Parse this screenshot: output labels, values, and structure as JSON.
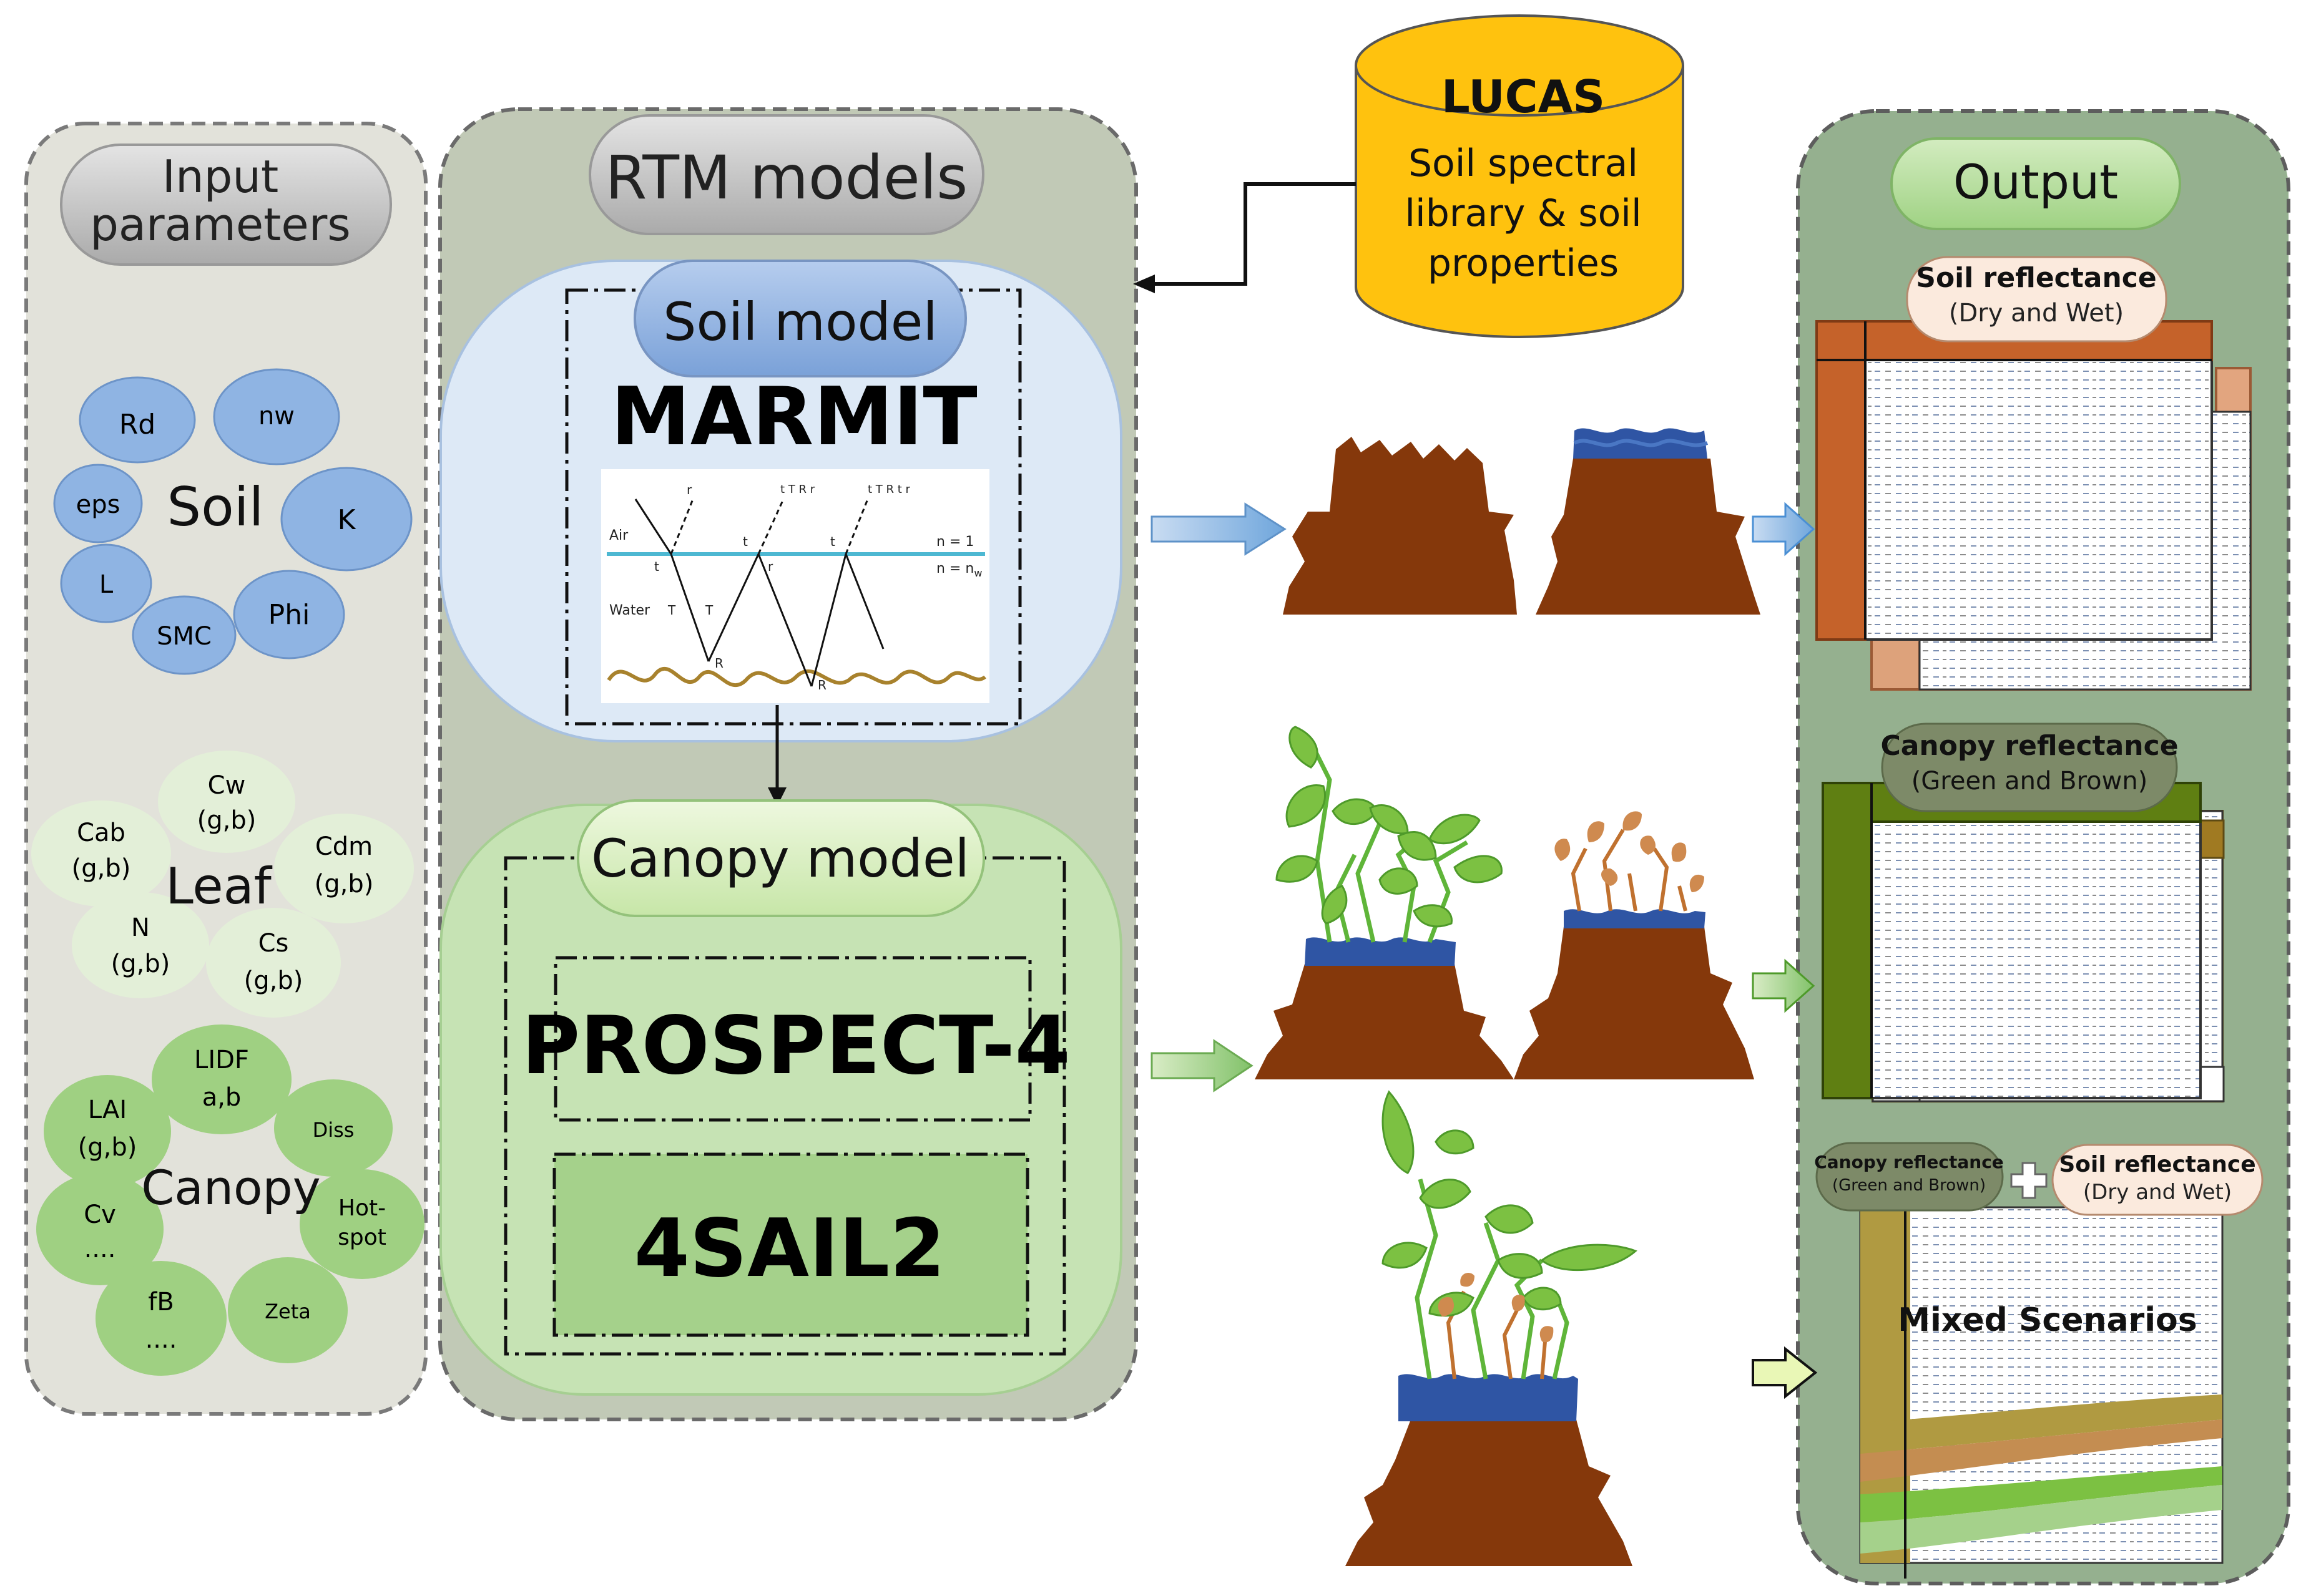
{
  "input_panel": {
    "title_line1": "Input",
    "title_line2": "parameters",
    "soil": {
      "group_label": "Soil",
      "params": [
        "Rd",
        "nw",
        "eps",
        "K",
        "L",
        "SMC",
        "Phi"
      ]
    },
    "leaf": {
      "group_label": "Leaf",
      "params": [
        {
          "l1": "Cw",
          "l2": "(g,b)"
        },
        {
          "l1": "Cab",
          "l2": "(g,b)"
        },
        {
          "l1": "Cdm",
          "l2": "(g,b)"
        },
        {
          "l1": "N",
          "l2": "(g,b)"
        },
        {
          "l1": "Cs",
          "l2": "(g,b)"
        }
      ]
    },
    "canopy": {
      "group_label": "Canopy",
      "params": [
        {
          "l1": "LIDF",
          "l2": "a,b"
        },
        {
          "l1": "LAI",
          "l2": "(g,b)"
        },
        {
          "l1": "Diss",
          "l2": ""
        },
        {
          "l1": "Hot-",
          "l2": "spot"
        },
        {
          "l1": "Cv",
          "l2": "...."
        },
        {
          "l1": "fB",
          "l2": "...."
        },
        {
          "l1": "Zeta",
          "l2": ""
        }
      ]
    }
  },
  "rtm_panel": {
    "title": "RTM models",
    "soil_model": {
      "label": "Soil model",
      "name": "MARMIT",
      "figure": {
        "air": "Air",
        "water": "Water",
        "n1": "n = 1",
        "nw": "n = n",
        "nw_sub": "w",
        "r12": "r",
        "t12": "t",
        "t21a": "t",
        "r21": "r",
        "t21b": "t",
        "tw1": "T",
        "tw2": "T",
        "rg1": "R",
        "rg2": "R",
        "label_top_mid": "t T R r",
        "label_top_right": "t T R t r"
      }
    },
    "canopy_model": {
      "label": "Canopy model",
      "leaf_model": "PROSPECT-4",
      "canopy_rtm": "4SAIL2"
    }
  },
  "database": {
    "title": "LUCAS",
    "line1": "Soil spectral",
    "line2": "library & soil",
    "line3": "properties"
  },
  "output_panel": {
    "title": "Output",
    "soil_reflectance": {
      "title": "Soil reflectance",
      "subtitle": "(Dry and Wet)"
    },
    "canopy_reflectance": {
      "title": "Canopy reflectance",
      "subtitle": "(Green and Brown)"
    },
    "mixed": {
      "canopy_title": "Canopy reflectance",
      "canopy_subtitle": "(Green and Brown)",
      "soil_title": "Soil reflectance",
      "soil_subtitle": "(Dry and Wet)",
      "label": "Mixed Scenarios"
    }
  },
  "colors": {
    "input_panel": "#e2e2da",
    "rtm_panel": "#c1c9b6",
    "output_panel": "#95b08f",
    "soil_param": "#8fb4e3",
    "leaf_param": "#e3efd8",
    "canopy_param": "#9fd082",
    "soil_model_box": "#dde9f6",
    "canopy_model_box": "#c6e3b4",
    "lucas": "#ffc20e",
    "soil_brown": "#85380b",
    "water_blue": "#2f55a4",
    "leaf_green": "#7cc142",
    "dry_leaf": "#c8834a",
    "table_soil": "#c5622a",
    "table_canopy": "#5f7f12",
    "table_mixed": "#b09a41"
  }
}
